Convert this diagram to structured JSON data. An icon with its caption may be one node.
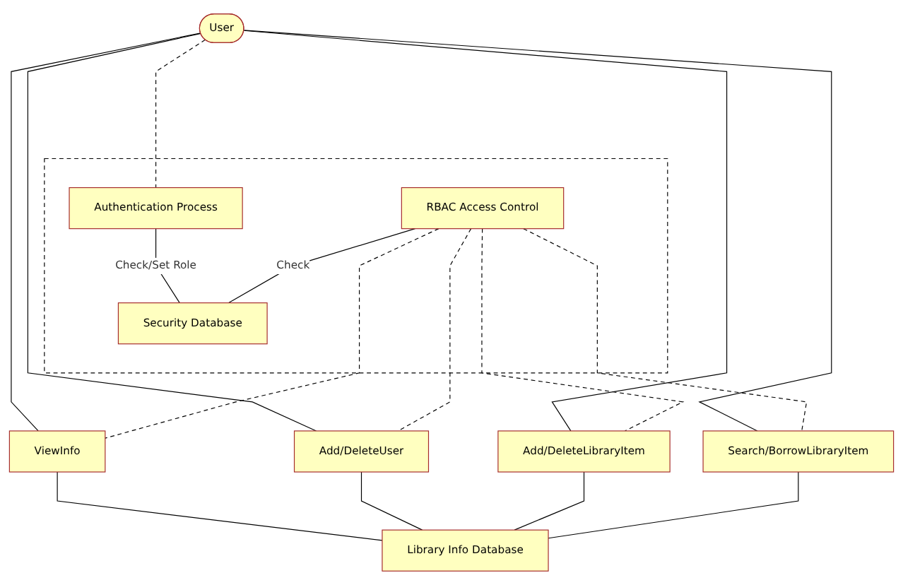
{
  "diagram": {
    "nodes": [
      {
        "text": [
          "User"
        ]
      },
      {
        "text": [],
        "shape": "box"
      },
      {
        "text": [
          "Authentication Process"
        ],
        "in": 1
      },
      {
        "text": [
          "RBAC Access Control"
        ],
        "in": 1
      },
      {
        "text": [
          "Security Database"
        ],
        "in": 1
      },
      {
        "text": [
          "ViewInfo"
        ]
      },
      {
        "text": [
          "Add/DeleteUser"
        ]
      },
      {
        "text": [
          "Add/DeleteLibraryItem"
        ]
      },
      {
        "text": [
          "Search/BorrowLibraryItem"
        ]
      },
      {
        "text": [
          "Library Info Database"
        ]
      }
    ],
    "edges": [
      {
        "from": 0,
        "to": 2,
        "arrow": "none",
        "style": "dashed"
      },
      {
        "from": 2,
        "to": 4,
        "arrow": "none",
        "label": "Check/Set Role"
      },
      {
        "from": 3,
        "to": 4,
        "arrow": "none",
        "label": "Check"
      },
      {
        "from": 0,
        "to": 5,
        "arrow": "none"
      },
      {
        "from": 0,
        "to": 6,
        "arrow": "none"
      },
      {
        "from": 0,
        "to": 7,
        "arrow": "none"
      },
      {
        "from": 0,
        "to": 8,
        "arrow": "none"
      },
      {
        "from": 3,
        "to": 5,
        "arrow": "none",
        "style": "dashed"
      },
      {
        "from": 3,
        "to": 6,
        "arrow": "none",
        "style": "dashed"
      },
      {
        "from": 3,
        "to": 7,
        "arrow": "none",
        "style": "dashed"
      },
      {
        "from": 3,
        "to": 8,
        "arrow": "none",
        "style": "dashed"
      },
      {
        "from": 5,
        "to": 9,
        "arrow": "none"
      },
      {
        "from": 6,
        "to": 9,
        "arrow": "none"
      },
      {
        "from": 7,
        "to": 9,
        "arrow": "none"
      },
      {
        "from": 8,
        "to": 9,
        "arrow": "none"
      }
    ]
  }
}
